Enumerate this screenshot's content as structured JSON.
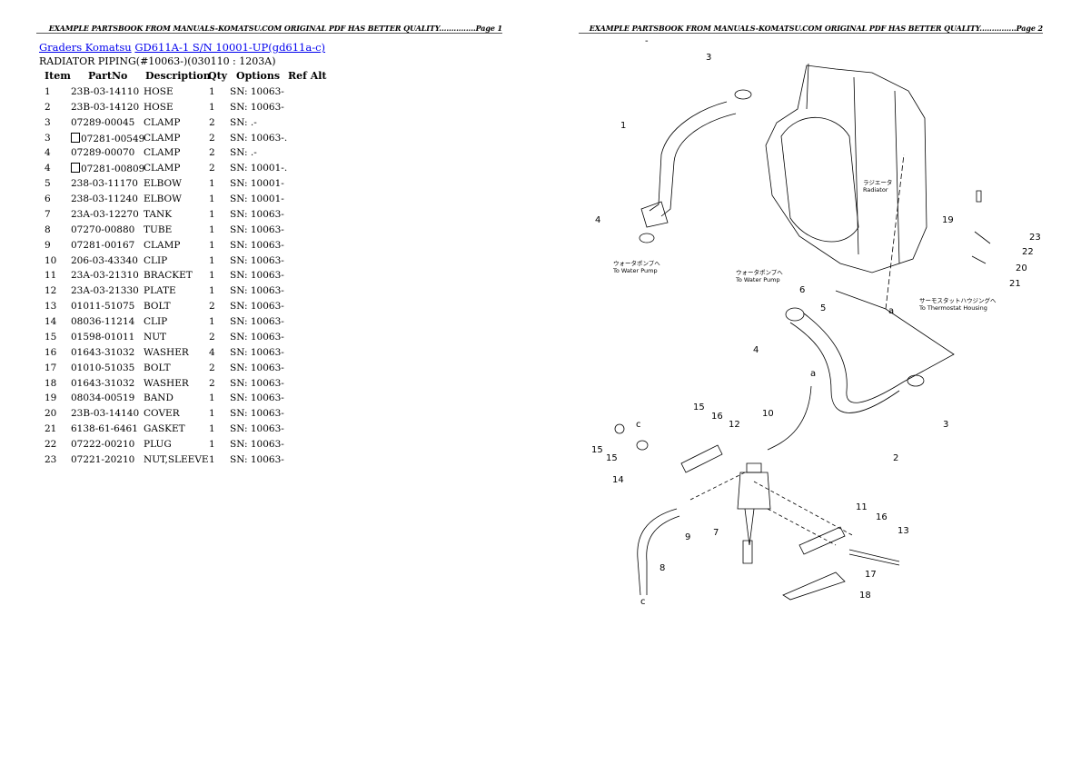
{
  "page1": {
    "header": "EXAMPLE PARTSBOOK FROM MANUALS-KOMATSU.COM ORIGINAL PDF HAS BETTER QUALITY...............Page 1",
    "breadcrumb": {
      "category": "Graders Komatsu",
      "model": "GD611A-1 S/N 10001-UP(gd611a-c)"
    },
    "subtitle": "RADIATOR PIPING(#10063-)(030110 : 1203A)",
    "table": {
      "headers": [
        "Item",
        "PartNo",
        "Description",
        "Qty",
        "Options",
        "Ref Alt"
      ],
      "rows": [
        {
          "item": "1",
          "part": "23B-03-14110",
          "desc": "HOSE",
          "qty": "1",
          "opt": "SN: 10063-",
          "box": false
        },
        {
          "item": "2",
          "part": "23B-03-14120",
          "desc": "HOSE",
          "qty": "1",
          "opt": "SN: 10063-",
          "box": false
        },
        {
          "item": "3",
          "part": "07289-00045",
          "desc": "CLAMP",
          "qty": "2",
          "opt": "SN: .-",
          "box": false
        },
        {
          "item": "3",
          "part": "07281-00549",
          "desc": "CLAMP",
          "qty": "2",
          "opt": "SN: 10063-.",
          "box": true
        },
        {
          "item": "4",
          "part": "07289-00070",
          "desc": "CLAMP",
          "qty": "2",
          "opt": "SN: .-",
          "box": false
        },
        {
          "item": "4",
          "part": "07281-00809",
          "desc": "CLAMP",
          "qty": "2",
          "opt": "SN: 10001-.",
          "box": true
        },
        {
          "item": "5",
          "part": "238-03-11170",
          "desc": "ELBOW",
          "qty": "1",
          "opt": "SN: 10001-",
          "box": false
        },
        {
          "item": "6",
          "part": "238-03-11240",
          "desc": "ELBOW",
          "qty": "1",
          "opt": "SN: 10001-",
          "box": false
        },
        {
          "item": "7",
          "part": "23A-03-12270",
          "desc": "TANK",
          "qty": "1",
          "opt": "SN: 10063-",
          "box": false
        },
        {
          "item": "8",
          "part": "07270-00880",
          "desc": "TUBE",
          "qty": "1",
          "opt": "SN: 10063-",
          "box": false
        },
        {
          "item": "9",
          "part": "07281-00167",
          "desc": "CLAMP",
          "qty": "1",
          "opt": "SN: 10063-",
          "box": false
        },
        {
          "item": "10",
          "part": "206-03-43340",
          "desc": "CLIP",
          "qty": "1",
          "opt": "SN: 10063-",
          "box": false
        },
        {
          "item": "11",
          "part": "23A-03-21310",
          "desc": "BRACKET",
          "qty": "1",
          "opt": "SN: 10063-",
          "box": false
        },
        {
          "item": "12",
          "part": "23A-03-21330",
          "desc": "PLATE",
          "qty": "1",
          "opt": "SN: 10063-",
          "box": false
        },
        {
          "item": "13",
          "part": "01011-51075",
          "desc": "BOLT",
          "qty": "2",
          "opt": "SN: 10063-",
          "box": false
        },
        {
          "item": "14",
          "part": "08036-11214",
          "desc": "CLIP",
          "qty": "1",
          "opt": "SN: 10063-",
          "box": false
        },
        {
          "item": "15",
          "part": "01598-01011",
          "desc": "NUT",
          "qty": "2",
          "opt": "SN: 10063-",
          "box": false
        },
        {
          "item": "16",
          "part": "01643-31032",
          "desc": "WASHER",
          "qty": "4",
          "opt": "SN: 10063-",
          "box": false
        },
        {
          "item": "17",
          "part": "01010-51035",
          "desc": "BOLT",
          "qty": "2",
          "opt": "SN: 10063-",
          "box": false
        },
        {
          "item": "18",
          "part": "01643-31032",
          "desc": "WASHER",
          "qty": "2",
          "opt": "SN: 10063-",
          "box": false
        },
        {
          "item": "19",
          "part": "08034-00519",
          "desc": "BAND",
          "qty": "1",
          "opt": "SN: 10063-",
          "box": false
        },
        {
          "item": "20",
          "part": "23B-03-14140",
          "desc": "COVER",
          "qty": "1",
          "opt": "SN: 10063-",
          "box": false
        },
        {
          "item": "21",
          "part": "6138-61-6461",
          "desc": "GASKET",
          "qty": "1",
          "opt": "SN: 10063-",
          "box": false
        },
        {
          "item": "22",
          "part": "07222-00210",
          "desc": "PLUG",
          "qty": "1",
          "opt": "SN: 10063-",
          "box": false
        },
        {
          "item": "23",
          "part": "07221-20210",
          "desc": "NUT,SLEEVE",
          "qty": "1",
          "opt": "SN: 10063-",
          "box": false
        }
      ]
    }
  },
  "page2": {
    "header": "EXAMPLE PARTSBOOK FROM MANUALS-KOMATSU.COM ORIGINAL PDF HAS BETTER QUALITY...............Page 2",
    "diagram": {
      "callouts": [
        "-",
        "3",
        "1",
        "4",
        "19",
        "23",
        "22",
        "20",
        "21",
        "6",
        "5",
        "a",
        "4",
        "a",
        "3",
        "10",
        "2",
        "15",
        "16",
        "12",
        "c",
        "15",
        "15",
        "14",
        "9",
        "7",
        "11",
        "16",
        "13",
        "8",
        "17",
        "18",
        "c"
      ],
      "notes": [
        {
          "jp": "ラジエータ",
          "en": "Radiator"
        },
        {
          "jp": "ウォータポンプへ",
          "en": "To Water Pump"
        },
        {
          "jp": "ウォータポンプへ",
          "en": "To Water Pump"
        },
        {
          "jp": "サーモスタットハウジングへ",
          "en": "To Thermostat Housing"
        }
      ]
    }
  }
}
